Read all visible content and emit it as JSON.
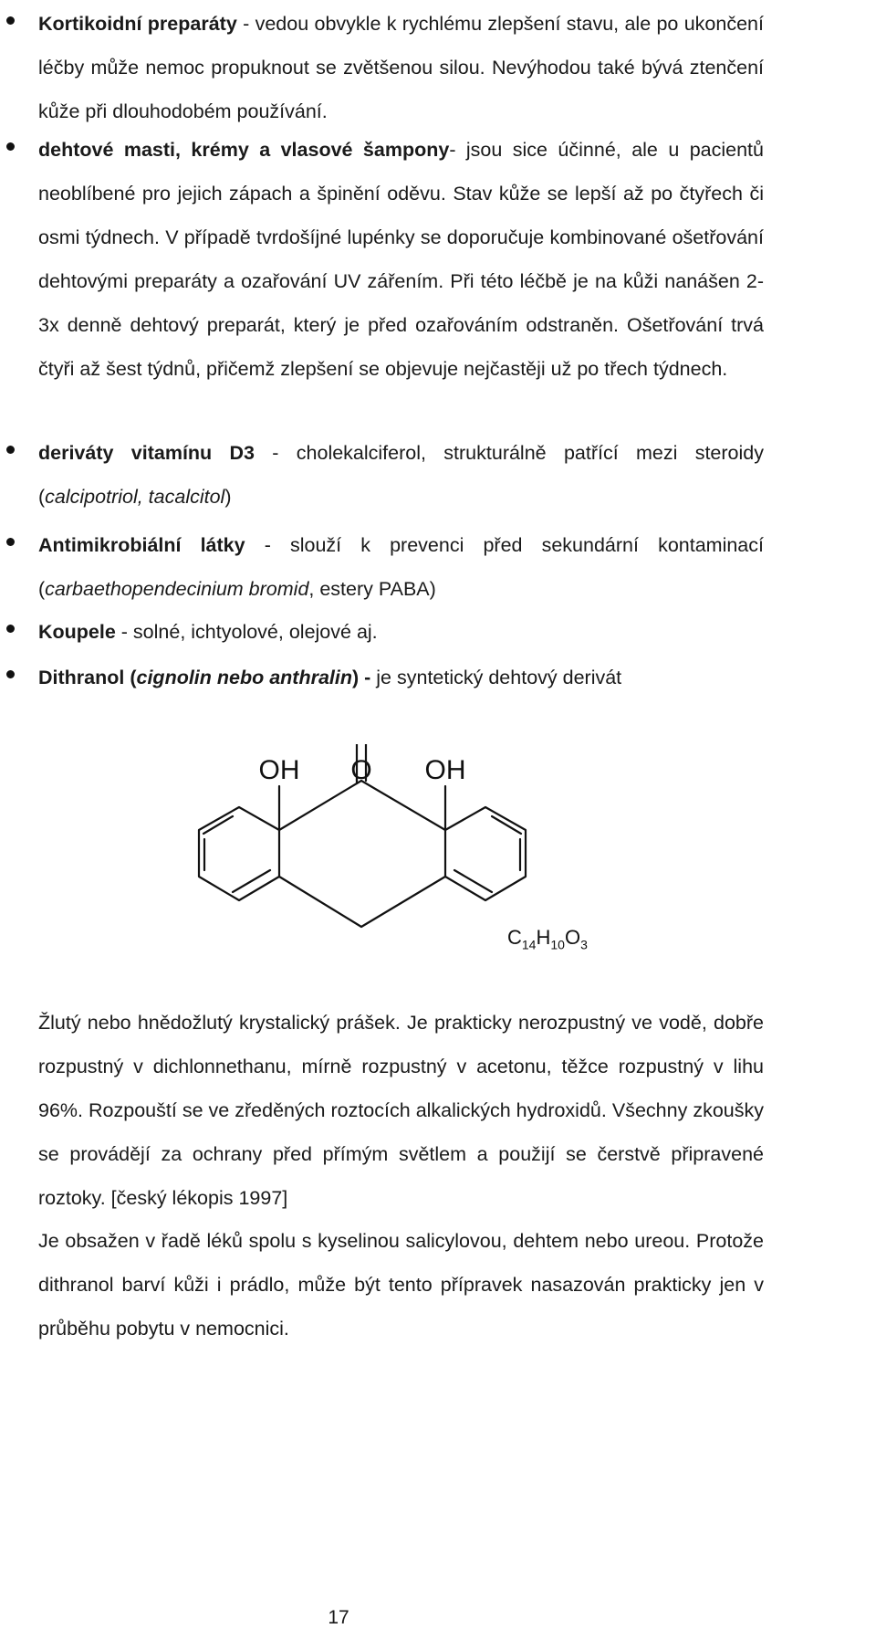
{
  "bullets": [
    {
      "name": "kortikoidni",
      "parts": [
        {
          "t": "Kortikoidní preparáty",
          "s": "b"
        },
        {
          "t": " - vedou obvykle k rychlému zlepšení stavu, ale po ukončení léčby může nemoc propuknout se zvětšenou silou. Nevýhodou také bývá ztenčení kůže při dlouhodobém používání.",
          "s": ""
        }
      ]
    },
    {
      "name": "dehtove-masti",
      "parts": [
        {
          "t": "dehtové masti, krémy a vlasové šampony",
          "s": "b"
        },
        {
          "t": "- jsou sice účinné, ale u pacientů neoblíbené pro jejich zápach a špinění oděvu. Stav kůže se lepší až po čtyřech či osmi týdnech. V případě tvrdošíjné lupénky se doporučuje kombinované ošetřování dehtovými preparáty a ozařování UV zářením. Při této léčbě je na kůži nanášen 2-3x denně dehtový preparát, který je před ozařováním odstraněn. Ošetřování trvá čtyři až šest týdnů, přičemž zlepšení se objevuje nejčastěji už po třech týdnech.",
          "s": ""
        }
      ]
    },
    {
      "name": "derivaty-vitaminu-d3",
      "parts": [
        {
          "t": "deriváty vitamínu D3",
          "s": "b"
        },
        {
          "t": " - cholekalciferol, strukturálně patřící mezi steroidy (",
          "s": ""
        },
        {
          "t": "calcipotriol, tacalcitol",
          "s": "i"
        },
        {
          "t": ")",
          "s": ""
        }
      ]
    },
    {
      "name": "antimikrobialni-latky",
      "parts": [
        {
          "t": "Antimikrobiální látky",
          "s": "b"
        },
        {
          "t": " - slouží k prevenci před sekundární kontaminací (",
          "s": ""
        },
        {
          "t": "carbaethopendecinium bromid",
          "s": "i"
        },
        {
          "t": ", estery PABA)",
          "s": ""
        }
      ]
    },
    {
      "name": "koupele",
      "parts": [
        {
          "t": "Koupele",
          "s": "b"
        },
        {
          "t": " - solné, ichtyolové, olejové aj.",
          "s": ""
        }
      ]
    },
    {
      "name": "dithranol",
      "parts": [
        {
          "t": "Dithranol (",
          "s": "b"
        },
        {
          "t": "cignolin nebo anthralin",
          "s": "bi"
        },
        {
          "t": ") - ",
          "s": "b"
        },
        {
          "t": "je syntetický dehtový derivát",
          "s": ""
        }
      ]
    }
  ],
  "structure": {
    "label_oh_left": "OH",
    "label_o": "O",
    "label_oh_right": "OH",
    "formula": {
      "c": "C",
      "c_n": "14",
      "h": "H",
      "h_n": "10",
      "o": "O",
      "o_n": "3"
    }
  },
  "paragraph1": "Žlutý nebo hnědožlutý krystalický prášek. Je prakticky nerozpustný ve vodě, dobře rozpustný v dichlonnethanu, mírně rozpustný v acetonu, těžce rozpustný v lihu 96%. Rozpouští se ve zředěných roztocích alkalických hydroxidů. Všechny zkoušky se provádějí za ochrany před přímým světlem a použijí se čerstvě připravené roztoky. [český lékopis 1997]",
  "paragraph2": " Je obsažen v řadě léků spolu s kyselinou salicylovou, dehtem nebo ureou. Protože dithranol barví kůži i prádlo, může být tento přípravek nasazován prakticky jen v průběhu pobytu v nemocnici.",
  "page_number": "17"
}
